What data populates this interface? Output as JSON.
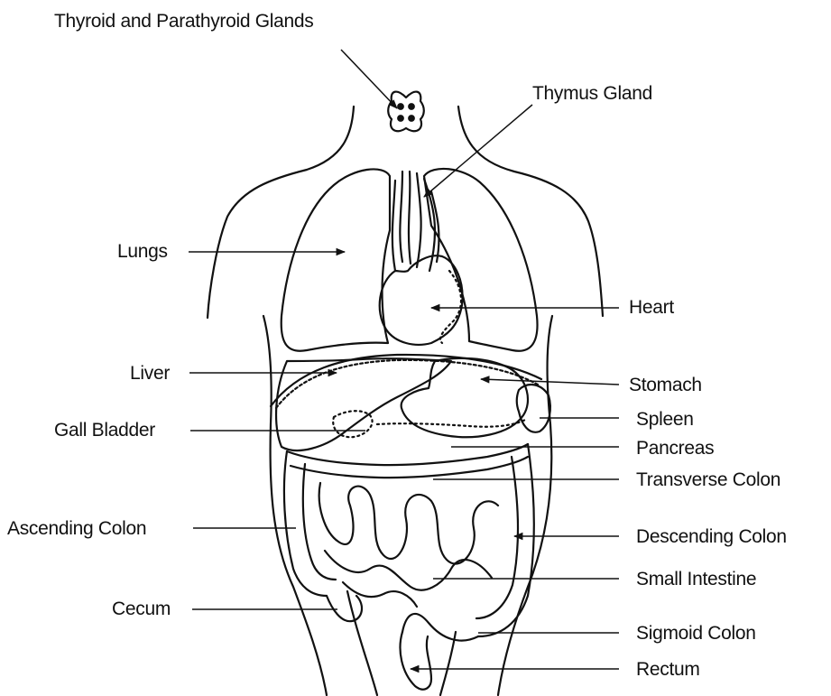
{
  "labels": {
    "thyroid": "Thyroid and Parathyroid Glands",
    "thymus": "Thymus Gland",
    "lungs": "Lungs",
    "heart": "Heart",
    "liver": "Liver",
    "stomach": "Stomach",
    "gall_bladder": "Gall Bladder",
    "spleen": "Spleen",
    "pancreas": "Pancreas",
    "transverse_colon": "Transverse Colon",
    "ascending_colon": "Ascending Colon",
    "descending_colon": "Descending Colon",
    "small_intestine": "Small Intestine",
    "cecum": "Cecum",
    "sigmoid_colon": "Sigmoid Colon",
    "rectum": "Rectum"
  },
  "colors": {
    "ink": "#111111",
    "background": "#ffffff"
  }
}
